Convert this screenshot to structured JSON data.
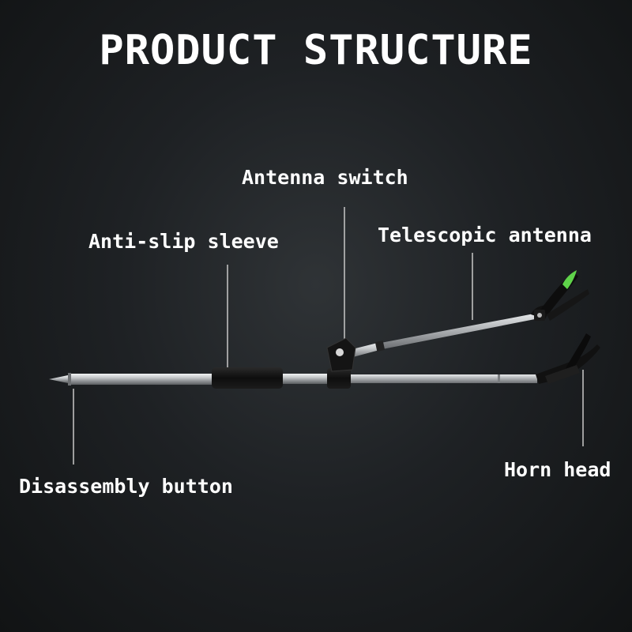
{
  "title": "PRODUCT STRUCTURE",
  "labels": {
    "antenna_switch": "Antenna switch",
    "anti_slip_sleeve": "Anti-slip sleeve",
    "telescopic_antenna": "Telescopic antenna",
    "horn_head": "Horn head",
    "disassembly_button": "Disassembly button"
  },
  "colors": {
    "background": "#1e2124",
    "text": "#ffffff",
    "rod_metal": "#c9ccce",
    "sleeve": "#111111",
    "accent_green": "#5fd34a"
  }
}
